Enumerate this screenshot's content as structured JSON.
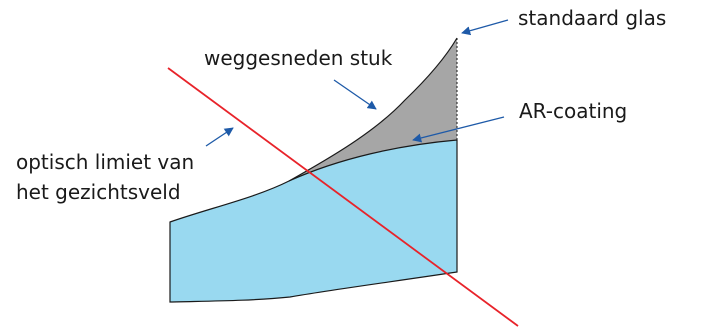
{
  "labels": {
    "standard_glass": "standaard glas",
    "cut_piece": "weggesneden stuk",
    "ar_coating": "AR-coating",
    "optical_limit_line1": "optisch limiet van",
    "optical_limit_line2": "het gezichtsveld"
  },
  "colors": {
    "lens_fill": "#99d9f0",
    "cut_fill": "#a6a6a6",
    "outline": "#1a1a1a",
    "optical_ray": "#e8232a",
    "pointer_arrow": "#1e5aa8",
    "background": "#ffffff"
  }
}
